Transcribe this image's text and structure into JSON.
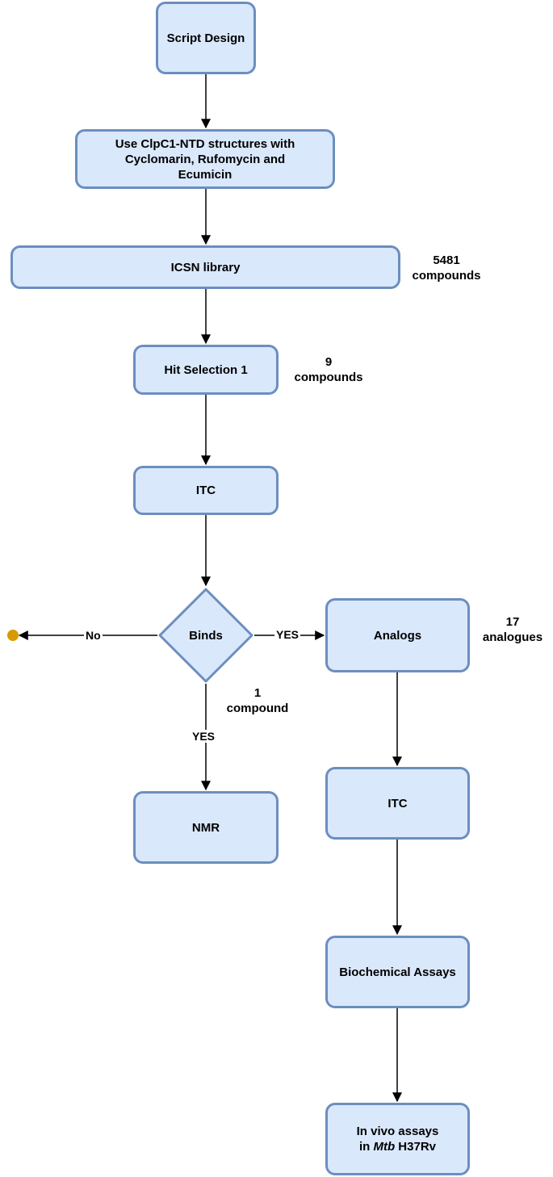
{
  "nodes": {
    "script_design": "Script Design",
    "use_clpc1": [
      "Use ClpC1-NTD structures with",
      "Cyclomarin, Rufomycin and",
      "Ecumicin"
    ],
    "icsn_library": "ICSN library",
    "hit_selection": "Hit Selection 1",
    "itc_left": "ITC",
    "binds": "Binds",
    "nmr": "NMR",
    "analogs": "Analogs",
    "itc_right": "ITC",
    "biochemical": "Biochemical Assays",
    "in_vivo": {
      "line1": "In vivo assays",
      "prefix": "in ",
      "organism": "Mtb",
      "suffix": " H37Rv"
    }
  },
  "annotations": {
    "icsn_count": [
      "5481",
      "compounds"
    ],
    "hit_count": [
      "9",
      "compounds"
    ],
    "analog_count": [
      "17",
      "analogues"
    ],
    "nmr_count": [
      "1",
      "compound"
    ]
  },
  "edge_labels": {
    "no": "No",
    "yes_right": "YES",
    "yes_down": "YES"
  },
  "colors": {
    "node_fill": "#dae8fc",
    "node_border": "#6c8ebf",
    "terminal_dot": "#d79b00"
  }
}
